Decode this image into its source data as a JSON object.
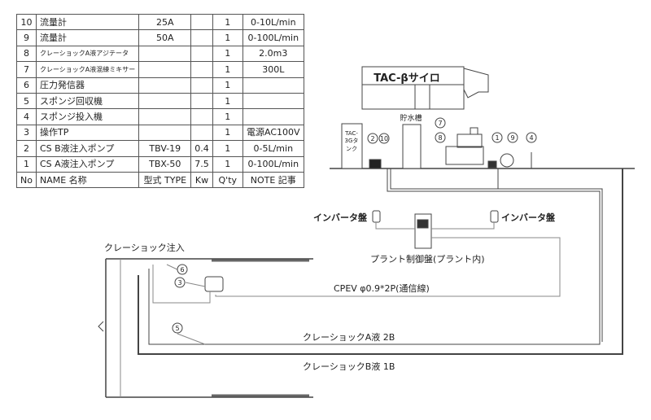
{
  "parts_table": {
    "rows": [
      {
        "no": "10",
        "name": "流量計",
        "type": "25A",
        "kw": "",
        "qty": "1",
        "note": "0-10L/min"
      },
      {
        "no": "9",
        "name": "流量計",
        "type": "50A",
        "kw": "",
        "qty": "1",
        "note": "0-100L/min"
      },
      {
        "no": "8",
        "name": "クレーショックA液アジテータ",
        "type": "",
        "kw": "",
        "qty": "1",
        "note": "2.0m3"
      },
      {
        "no": "7",
        "name": "クレーショックA液混練ミキサー",
        "type": "",
        "kw": "",
        "qty": "1",
        "note": "300L"
      },
      {
        "no": "6",
        "name": "圧力発信器",
        "type": "",
        "kw": "",
        "qty": "1",
        "note": ""
      },
      {
        "no": "5",
        "name": "スポンジ回収機",
        "type": "",
        "kw": "",
        "qty": "1",
        "note": ""
      },
      {
        "no": "4",
        "name": "スポンジ投入機",
        "type": "",
        "kw": "",
        "qty": "1",
        "note": ""
      },
      {
        "no": "3",
        "name": "操作TP",
        "type": "",
        "kw": "",
        "qty": "1",
        "note": "電源AC100V"
      },
      {
        "no": "2",
        "name": "CS B液注入ポンプ",
        "type": "TBV-19",
        "kw": "0.4",
        "qty": "1",
        "note": "0-5L/min"
      },
      {
        "no": "1",
        "name": "CS A液注入ポンプ",
        "type": "TBX-50",
        "kw": "7.5",
        "qty": "1",
        "note": "0-100L/min"
      }
    ],
    "header": {
      "no": "No",
      "name": "NAME 名称",
      "type": "型式 TYPE",
      "kw": "Kw",
      "qty": "Q'ty",
      "note": "NOTE 記事"
    }
  },
  "diagram": {
    "silo": "TAC-βサイロ",
    "tank": "TAC-3Gタンク",
    "water_tank": "貯水槽",
    "inverter_left": "インバータ盤",
    "inverter_right": "インバータ盤",
    "control_panel": "プラント制御盤(プラント内)",
    "injection": "クレーショック注入",
    "signal_line": "CPEV φ0.9*2P(通信線)",
    "line_a": "クレーショックA液 2B",
    "line_b": "クレーショックB液 1B",
    "markers": {
      "m1": "1",
      "m2": "2",
      "m3": "3",
      "m4": "4",
      "m5": "5",
      "m6": "6",
      "m7": "7",
      "m8": "8",
      "m9": "9",
      "m10": "10"
    }
  }
}
